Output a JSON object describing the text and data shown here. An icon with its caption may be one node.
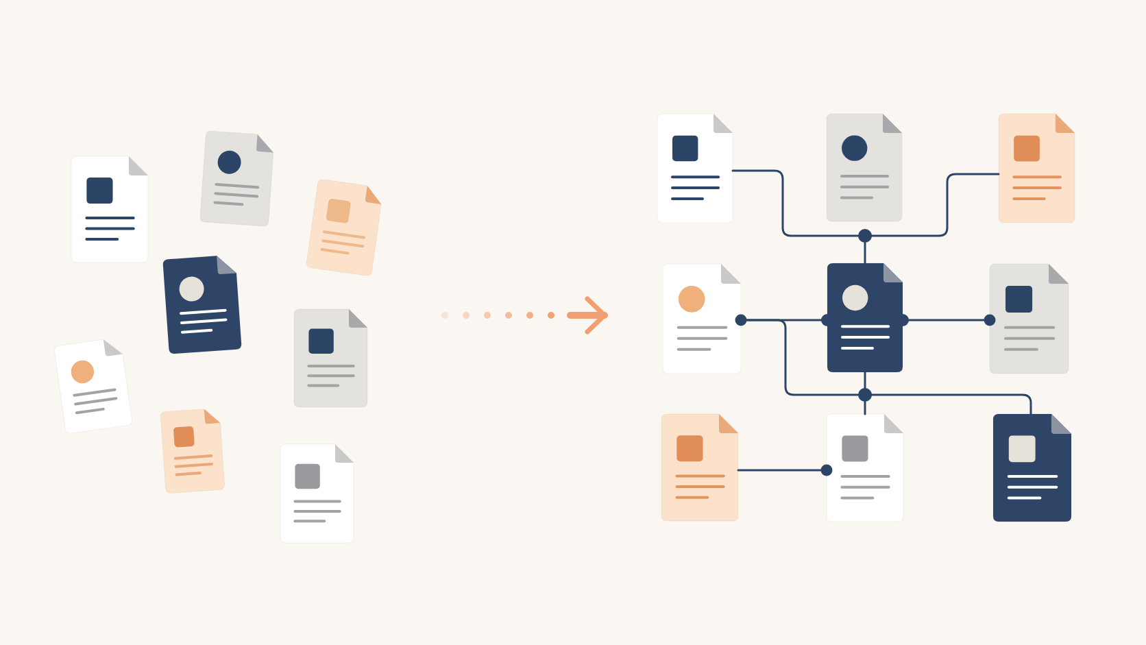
{
  "diagram": {
    "nodes": [
      {
        "text": [],
        "shape": "document"
      },
      {
        "text": [],
        "shape": "document"
      },
      {
        "text": [],
        "shape": "document"
      },
      {
        "text": [],
        "shape": "document"
      },
      {
        "text": [],
        "shape": "document"
      },
      {
        "text": [],
        "shape": "document"
      },
      {
        "text": [],
        "shape": "document"
      },
      {
        "text": [],
        "shape": "document"
      },
      {
        "text": [],
        "shape": "document"
      },
      {
        "text": [],
        "shape": "document"
      },
      {
        "text": [],
        "shape": "document"
      },
      {
        "text": [],
        "shape": "circle"
      },
      {
        "text": [],
        "shape": "document"
      },
      {
        "text": [],
        "shape": "document"
      },
      {
        "text": [],
        "shape": "document"
      },
      {
        "text": [],
        "shape": "circle"
      },
      {
        "text": [],
        "shape": "document"
      },
      {
        "text": [],
        "shape": "document"
      },
      {
        "text": [],
        "shape": "document"
      }
    ],
    "edges": [
      {
        "from": 8,
        "to": 11,
        "arrow": "none"
      },
      {
        "from": 10,
        "to": 11,
        "arrow": "none"
      },
      {
        "from": 11,
        "to": 13,
        "arrow": "none"
      },
      {
        "from": 13,
        "to": 12,
        "arrow": "other"
      },
      {
        "from": 13,
        "to": 14,
        "arrow": "other"
      },
      {
        "from": 12,
        "to": 15,
        "arrow": "none"
      },
      {
        "from": 13,
        "to": 15,
        "arrow": "none"
      },
      {
        "from": 15,
        "to": 17,
        "arrow": "none"
      },
      {
        "from": 15,
        "to": 18,
        "arrow": "none"
      },
      {
        "from": 16,
        "to": 17,
        "arrow": "other"
      }
    ]
  }
}
